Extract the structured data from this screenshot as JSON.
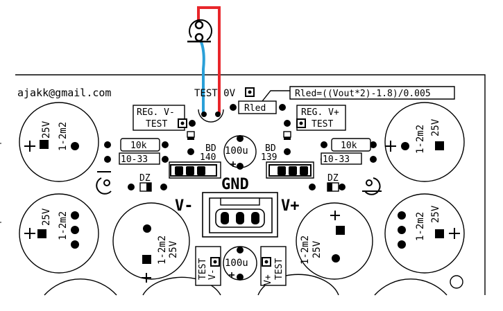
{
  "board": {
    "email": "ajakk@gmail.com",
    "formula": "Rled=((Vout*2)-1.8)/0.005",
    "test_0v": "TEST 0V",
    "rled": "Rled",
    "reg_v_minus": [
      "REG. V-",
      "TEST"
    ],
    "reg_v_plus": [
      "REG. V+",
      "TEST"
    ],
    "gnd": "GND",
    "v_minus": "V-",
    "v_plus": "V+",
    "cap_center_top": "100u",
    "cap_center_bottom": "100u",
    "res_left": "10k",
    "res_left_range": "10-33",
    "res_right": "10k",
    "res_right_range": "10-33",
    "reg_left": [
      "BD",
      "140"
    ],
    "reg_right": [
      "BD",
      "139"
    ],
    "dz": "DZ",
    "cap_rating": [
      "25V",
      "1-2m2"
    ],
    "test_v_minus": [
      "TEST",
      "V-"
    ],
    "test_v_plus": [
      "TEST",
      "V+"
    ],
    "plus": "+",
    "wire_colors": {
      "positive": "#e8262b",
      "negative": "#2aa0d8"
    }
  }
}
